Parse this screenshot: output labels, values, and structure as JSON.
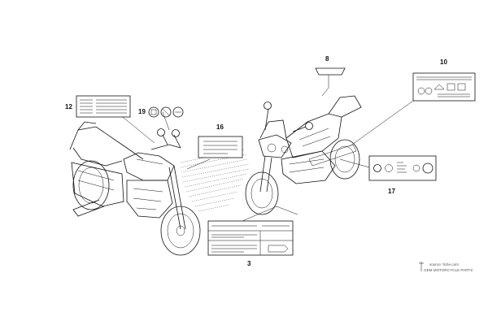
{
  "callouts": {
    "c8": "8",
    "c10": "10",
    "c12": "12",
    "c19": "19",
    "c16": "16",
    "c17": "17",
    "c3": "3"
  },
  "watermark": {
    "line1": "source: fiche.com",
    "line2": "OEM MOTORCYCLE PARTS"
  }
}
